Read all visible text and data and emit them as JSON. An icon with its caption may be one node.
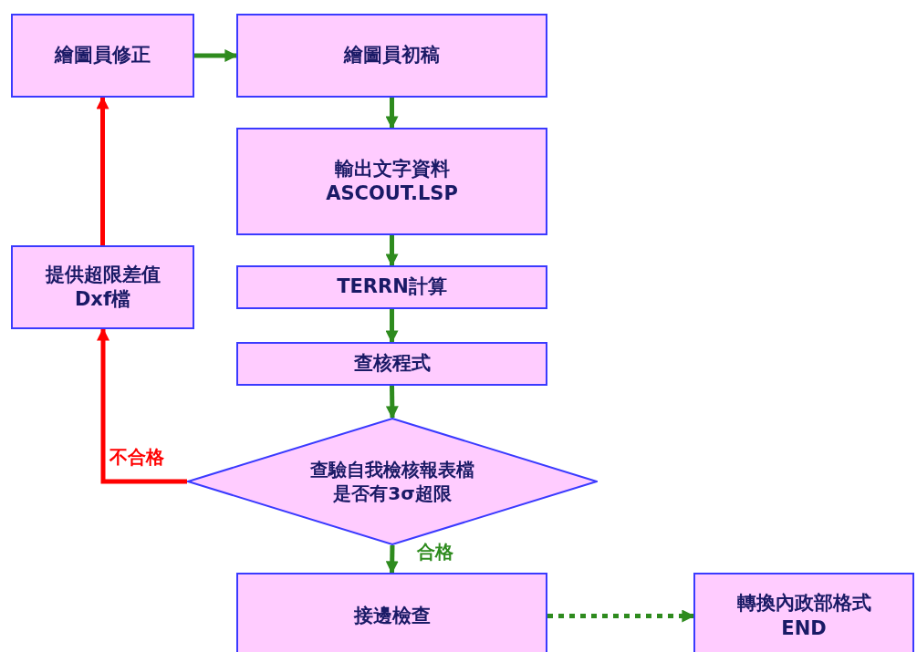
{
  "diagram": {
    "nodes": [
      {
        "text": [
          "繪圖員修正"
        ]
      },
      {
        "text": [
          "繪圖員初稿"
        ]
      },
      {
        "text": [
          "輸出文字資料",
          "ASCOUT.LSP"
        ]
      },
      {
        "text": [
          "TERRN計算"
        ]
      },
      {
        "text": [
          "查核程式"
        ]
      },
      {
        "text": [
          "查驗自我檢核報表檔",
          "是否有3σ超限"
        ]
      },
      {
        "text": [
          "提供超限差值",
          "Dxf檔"
        ]
      },
      {
        "text": [
          "接邊檢查"
        ]
      },
      {
        "text": [
          "轉換內政部格式",
          "END"
        ]
      }
    ],
    "edges": [
      {
        "from": 0,
        "to": 1,
        "arrow": "to"
      },
      {
        "from": 1,
        "to": 2,
        "arrow": "to"
      },
      {
        "from": 2,
        "to": 3,
        "arrow": "to"
      },
      {
        "from": 3,
        "to": 4,
        "arrow": "to"
      },
      {
        "from": 4,
        "to": 5,
        "arrow": "to"
      },
      {
        "from": 5,
        "to": 7,
        "arrow": "to",
        "label": "合格"
      },
      {
        "from": 5,
        "to": 6,
        "arrow": "to",
        "label": "不合格",
        "color": "#ff0000"
      },
      {
        "from": 6,
        "to": 0,
        "arrow": "to",
        "color": "#ff0000"
      },
      {
        "from": 7,
        "to": 8,
        "arrow": "to",
        "style": "dashed"
      }
    ]
  }
}
